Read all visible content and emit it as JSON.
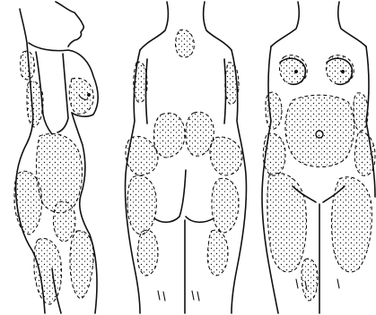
{
  "figure": {
    "background": "#ffffff",
    "ink": "#111111",
    "panels": [
      {
        "view": "side"
      },
      {
        "view": "back"
      },
      {
        "view": "front"
      }
    ],
    "zone_style": "stippled-with-dashed-border"
  }
}
